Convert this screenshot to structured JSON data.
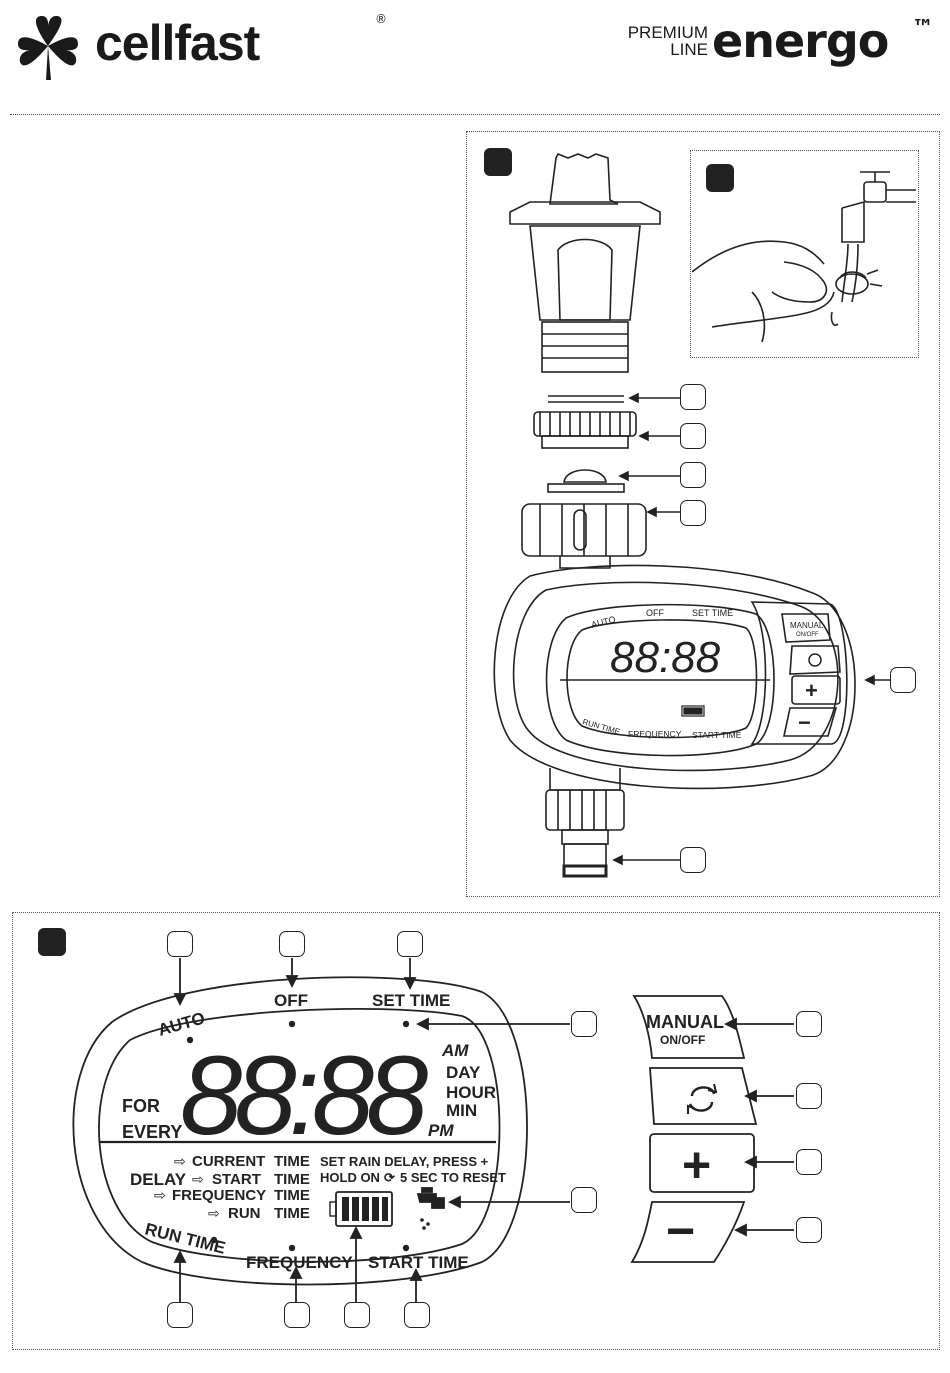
{
  "header": {
    "brand": "cellfast",
    "brand_mark": "®",
    "line_top": "PREMIUM",
    "line_bottom": "LINE",
    "product": "energo",
    "product_mark": "™"
  },
  "device": {
    "display_digits": "88:88",
    "labels": {
      "auto": "AUTO",
      "off": "OFF",
      "set_time": "SET TIME",
      "run_time": "RUN TIME",
      "frequency": "FREQUENCY",
      "start_time": "START TIME"
    },
    "buttons": {
      "manual": "MANUAL",
      "manual_sub": "ON/OFF",
      "plus": "+",
      "minus": "−"
    }
  },
  "lcd": {
    "digits": "88:88",
    "auto": "AUTO",
    "off": "OFF",
    "set_time": "SET TIME",
    "am": "AM",
    "day": "DAY",
    "hour": "HOUR",
    "min": "MIN",
    "pm": "PM",
    "for": "FOR",
    "every": "EVERY",
    "delay": "DELAY",
    "current": "CURRENT",
    "start": "START",
    "frequency_item": "FREQUENCY",
    "run": "RUN",
    "time_word": "TIME",
    "rain_line1": "SET RAIN DELAY, PRESS +",
    "rain_line2_a": "HOLD ON",
    "rain_line2_b": "5 SEC TO RESET",
    "run_time": "RUN TIME",
    "frequency": "FREQUENCY",
    "start_time": "START TIME"
  },
  "panel_buttons": {
    "manual": "MANUAL",
    "manual_sub": "ON/OFF",
    "plus": "+",
    "minus": "−"
  }
}
